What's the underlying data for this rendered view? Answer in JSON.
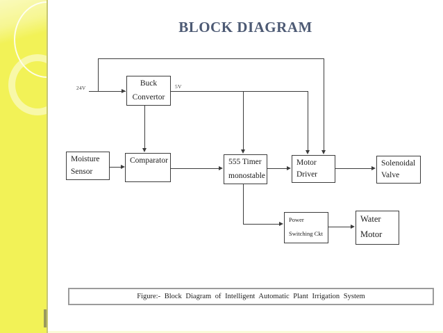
{
  "slide": {
    "title": "BLOCK DIAGRAM",
    "caption": "Figure:- Block Diagram of Intelligent Automatic Plant Irrigation System"
  },
  "diagram": {
    "blocks": {
      "buck_convertor": {
        "line1": "Buck",
        "line2": "Convertor"
      },
      "moisture_sensor": {
        "line1": "Moisture",
        "line2": "Sensor"
      },
      "comparator": {
        "line1": "Comparator"
      },
      "timer_555": {
        "line1": "555 Timer",
        "line2": "monostable"
      },
      "motor_driver": {
        "line1": "Motor",
        "line2": "Driver"
      },
      "solenoidal_valve": {
        "line1": "Solenoidal",
        "line2": "Valve"
      },
      "power_switching_ckt": {
        "line1": "Power",
        "line2": "Switching Ckt"
      },
      "water_motor": {
        "line1": "Water",
        "line2": "Motor"
      }
    },
    "labels": {
      "input_voltage": "24V",
      "output_voltage": "5V"
    }
  },
  "colors": {
    "strip_yellow": "#f2f257",
    "strip_edge": "#c6c673",
    "title_text": "#4d5a74",
    "line": "#3b3b3b",
    "caption_border": "#9b9b9b",
    "background": "#ffffff"
  }
}
